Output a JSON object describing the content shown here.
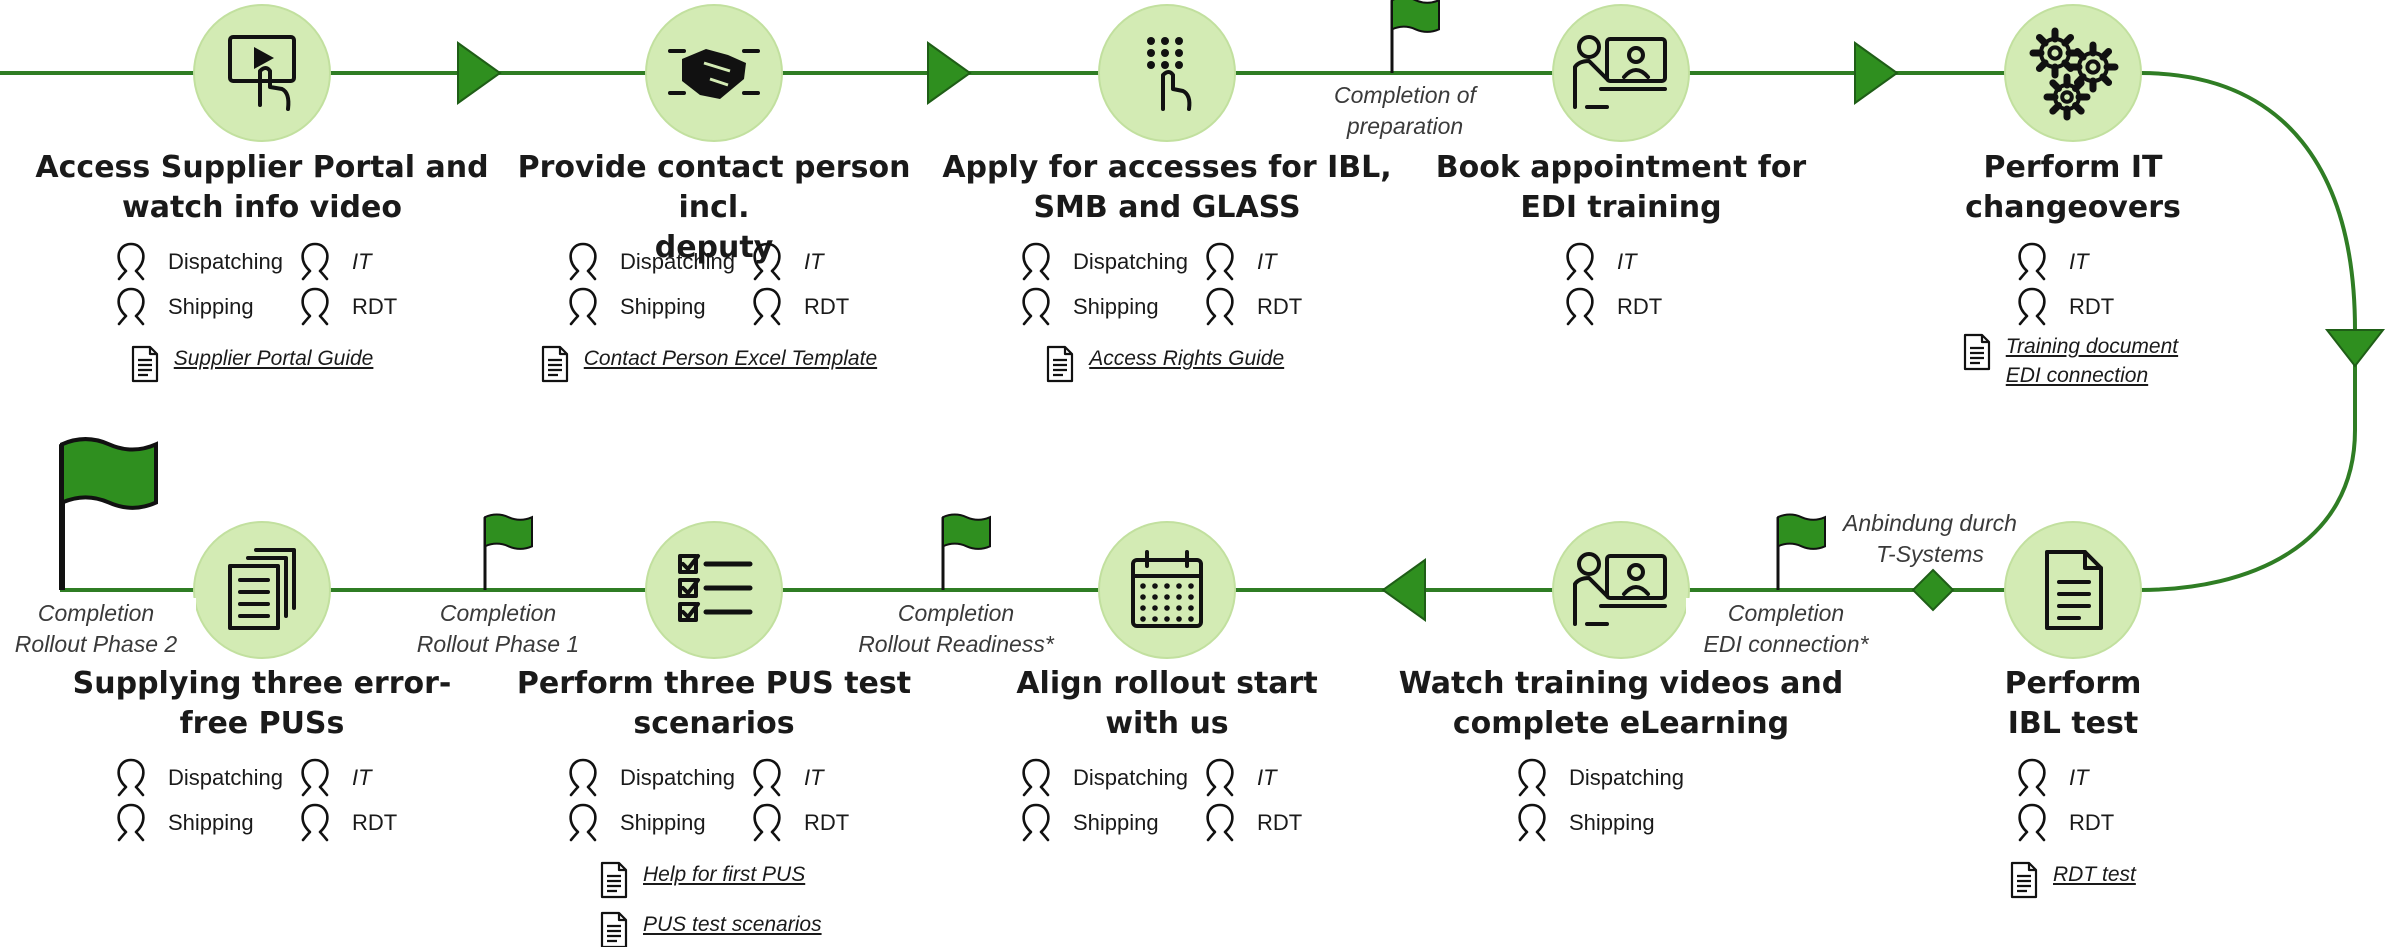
{
  "colors": {
    "line": "#2f7d24",
    "arrow": "#2f8f1f",
    "node_fill": "#d3ebb4",
    "flag": "#2f8f1f",
    "icon": "#111111"
  },
  "steps": [
    {
      "title_lines": [
        "Access Supplier Portal and",
        "watch info video"
      ],
      "icon": "video-touch-icon",
      "roles": [
        "Dispatching",
        "IT",
        "Shipping",
        "RDT"
      ],
      "docs": [
        [
          "Supplier Portal Guide"
        ]
      ]
    },
    {
      "title_lines": [
        "Provide contact person incl.",
        "deputy"
      ],
      "icon": "handshake-icon",
      "roles": [
        "Dispatching",
        "IT",
        "Shipping",
        "RDT"
      ],
      "docs": [
        [
          "Contact Person Excel Template"
        ]
      ]
    },
    {
      "title_lines": [
        "Apply for accesses for IBL,",
        "SMB and GLASS"
      ],
      "icon": "keypad-touch-icon",
      "roles": [
        "Dispatching",
        "IT",
        "Shipping",
        "RDT"
      ],
      "docs": [
        [
          "Access Rights Guide"
        ]
      ]
    },
    {
      "title_lines": [
        "Book appointment for",
        "EDI training"
      ],
      "icon": "online-training-icon",
      "roles": [
        "IT",
        "RDT"
      ],
      "docs": []
    },
    {
      "title_lines": [
        "Perform IT",
        "changeovers"
      ],
      "icon": "gears-icon",
      "roles": [
        "IT",
        "RDT"
      ],
      "docs": [
        [
          "Training document",
          "EDI connection"
        ]
      ]
    },
    {
      "title_lines": [
        "Perform",
        "IBL test"
      ],
      "icon": "document-icon",
      "roles": [
        "IT",
        "RDT"
      ],
      "docs": [
        [
          "RDT test"
        ]
      ]
    },
    {
      "title_lines": [
        "Watch training videos and",
        "complete eLearning"
      ],
      "icon": "online-training-icon",
      "roles": [
        "Dispatching",
        "Shipping"
      ],
      "docs": []
    },
    {
      "title_lines": [
        "Align rollout start",
        "with us"
      ],
      "icon": "calendar-icon",
      "roles": [
        "Dispatching",
        "IT",
        "Shipping",
        "RDT"
      ],
      "docs": []
    },
    {
      "title_lines": [
        "Perform three PUS test",
        "scenarios"
      ],
      "icon": "checklist-icon",
      "roles": [
        "Dispatching",
        "IT",
        "Shipping",
        "RDT"
      ],
      "docs": [
        [
          "Help for first PUS"
        ],
        [
          "PUS test scenarios"
        ]
      ]
    },
    {
      "title_lines": [
        "Supplying three error-",
        "free PUSs"
      ],
      "icon": "documents-stack-icon",
      "roles": [
        "Dispatching",
        "IT",
        "Shipping",
        "RDT"
      ],
      "docs": []
    }
  ],
  "milestones": [
    {
      "lines": [
        "Completion of",
        "preparation"
      ]
    },
    {
      "lines": [
        "Anbindung durch",
        "T-Systems"
      ]
    },
    {
      "lines": [
        "Completion",
        "EDI connection*"
      ]
    },
    {
      "lines": [
        "Completion",
        "Rollout Readiness*"
      ]
    },
    {
      "lines": [
        "Completion",
        "Rollout Phase 1"
      ]
    },
    {
      "lines": [
        "Completion",
        "Rollout Phase 2"
      ]
    }
  ]
}
